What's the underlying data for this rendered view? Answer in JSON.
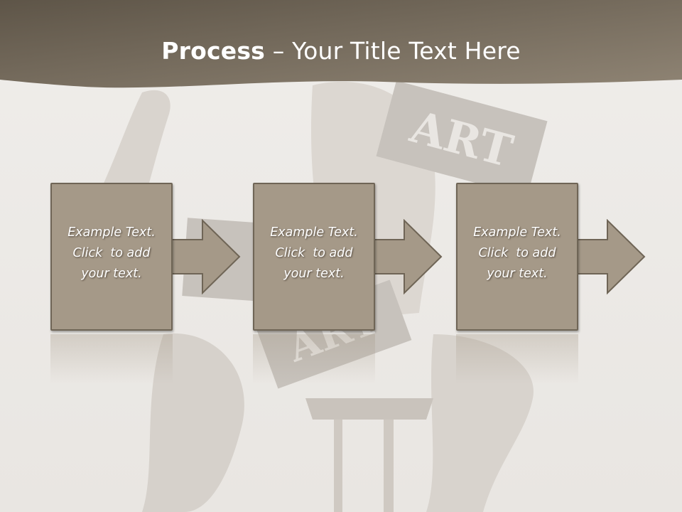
{
  "title": {
    "bold": "Process",
    "rest": " – Your Title Text Here"
  },
  "background": {
    "art_label": "ART"
  },
  "steps": [
    {
      "line1": "Example Text.",
      "line2": "Click  to add",
      "line3": "your text."
    },
    {
      "line1": "Example Text.",
      "line2": "Click  to add",
      "line3": "your text."
    },
    {
      "line1": "Example Text.",
      "line2": "Click  to add",
      "line3": "your text."
    }
  ],
  "colors": {
    "header": "#6b6153",
    "box_fill": "#a59988",
    "box_border": "#6f6556",
    "text": "#ffffff"
  }
}
